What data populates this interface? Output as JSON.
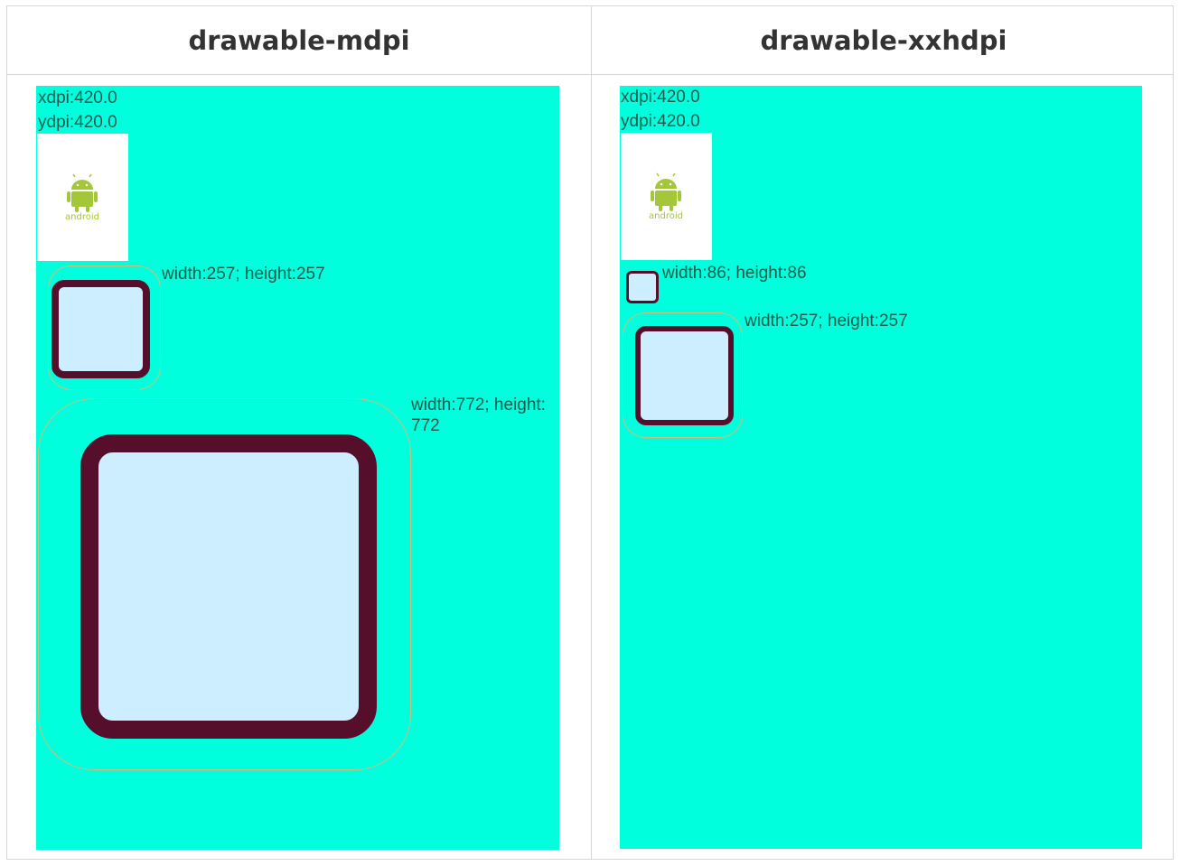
{
  "columns": [
    {
      "title": "drawable-mdpi",
      "xdpi": "xdpi:420.0",
      "ydpi": "ydpi:420.0",
      "small_label": "width:257; height:257",
      "large_label_line1": "width:772; height:",
      "large_label_line2": "772"
    },
    {
      "title": "drawable-xxhdpi",
      "xdpi": "xdpi:420.0",
      "ydpi": "ydpi:420.0",
      "tiny_label": "width:86; height:86",
      "medium_label": "width:257; height:257"
    }
  ],
  "logo_text": "android",
  "colors": {
    "screen_bg": "#00ffdc",
    "box_fill": "#cdeeff",
    "box_border": "#550f2b",
    "android_green": "#a4c639"
  }
}
